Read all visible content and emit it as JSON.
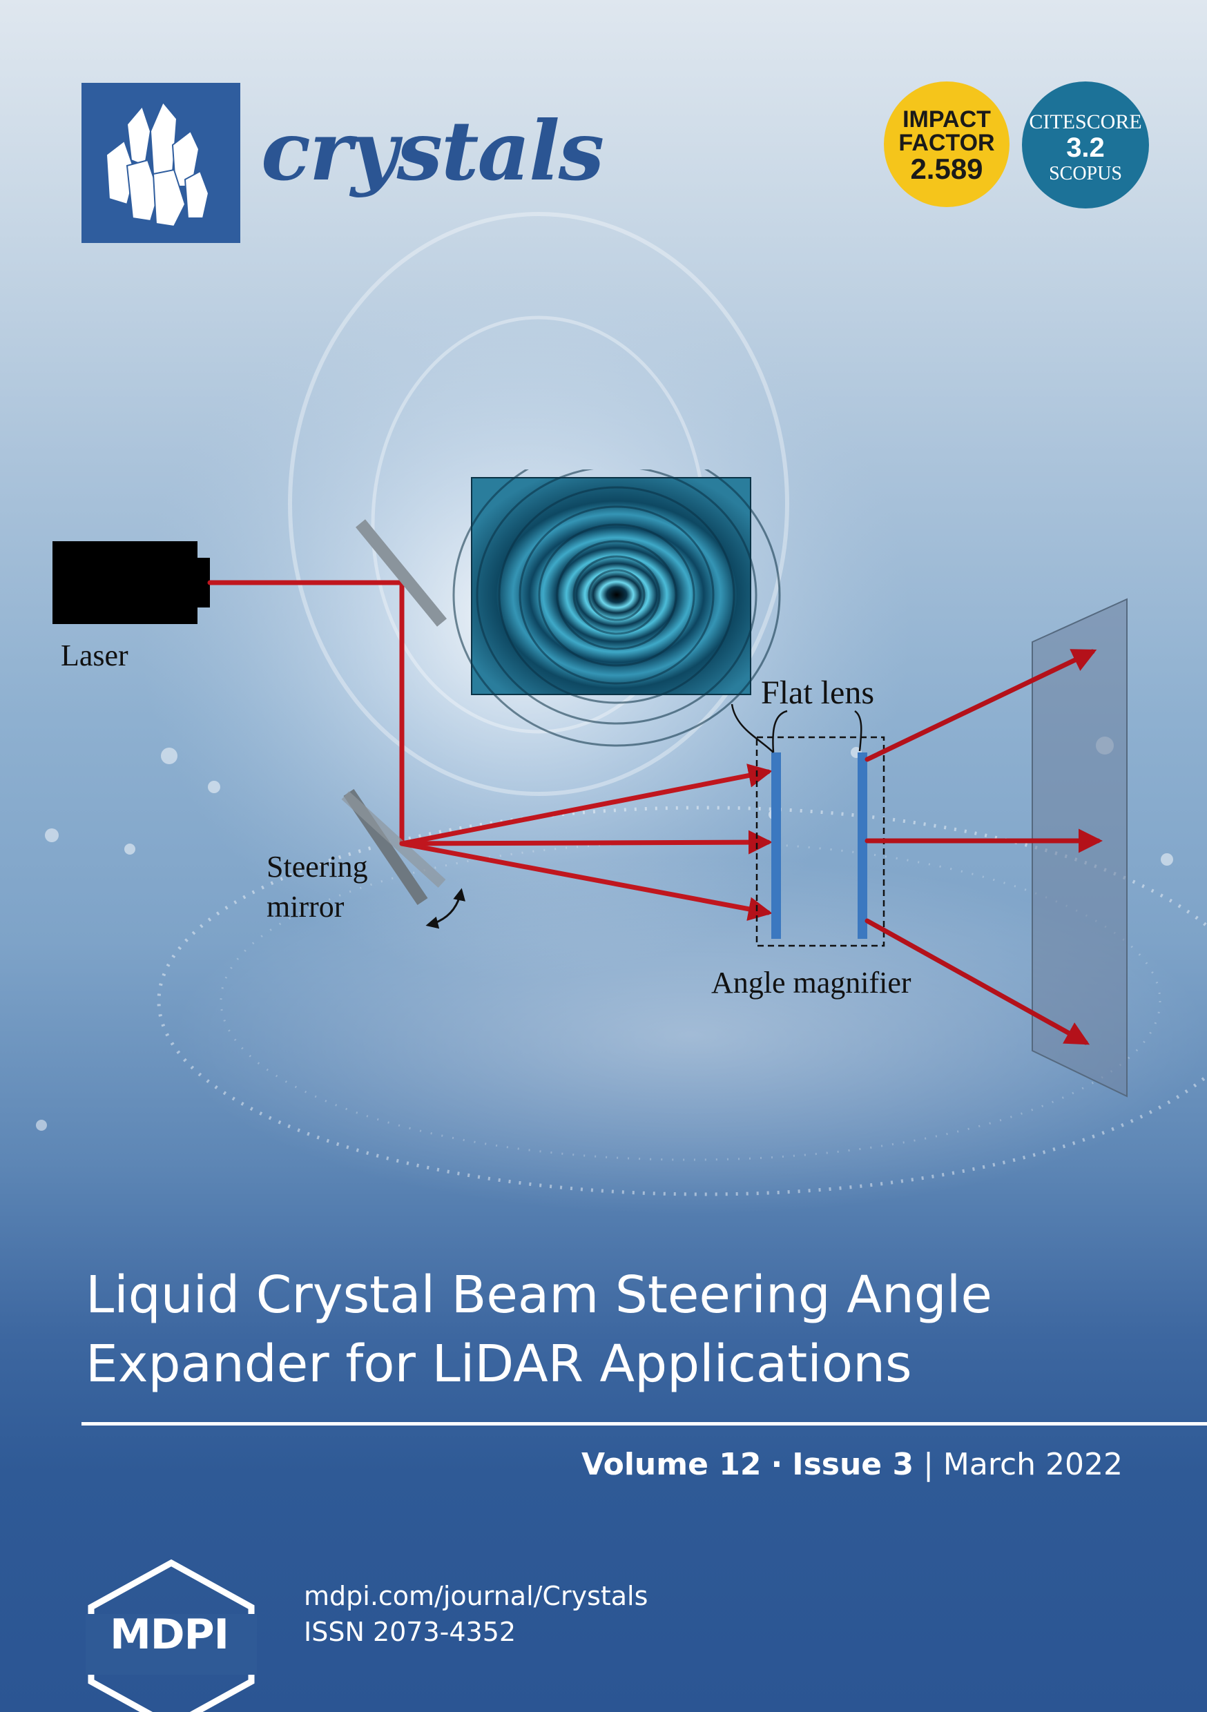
{
  "journal": {
    "name": "crystals",
    "impact_factor": {
      "line1": "IMPACT",
      "line2": "FACTOR",
      "value": "2.589"
    },
    "citescore": {
      "line1": "CITESCORE",
      "value": "3.2",
      "line3": "SCOPUS"
    }
  },
  "figure": {
    "labels": {
      "laser": "Laser",
      "flat_lens": "Flat lens",
      "steering_mirror_1": "Steering",
      "steering_mirror_2": "mirror",
      "angle_magnifier": "Angle magnifier"
    }
  },
  "article": {
    "title_line1": "Liquid Crystal Beam Steering Angle",
    "title_line2": "Expander for LiDAR Applications"
  },
  "issue": {
    "volume": "Volume 12",
    "separator": "·",
    "issue": "Issue 3",
    "divider": "|",
    "date": "March 2022"
  },
  "footer": {
    "publisher": "MDPI",
    "url": "mdpi.com/journal/Crystals",
    "issn": "ISSN 2073-4352"
  },
  "colors": {
    "brand_blue": "#2f5d9e",
    "impact_yellow": "#f5c51b",
    "citescore_teal": "#1c7298",
    "beam_red": "#c0161e",
    "lens_blue": "#3b78c0"
  }
}
